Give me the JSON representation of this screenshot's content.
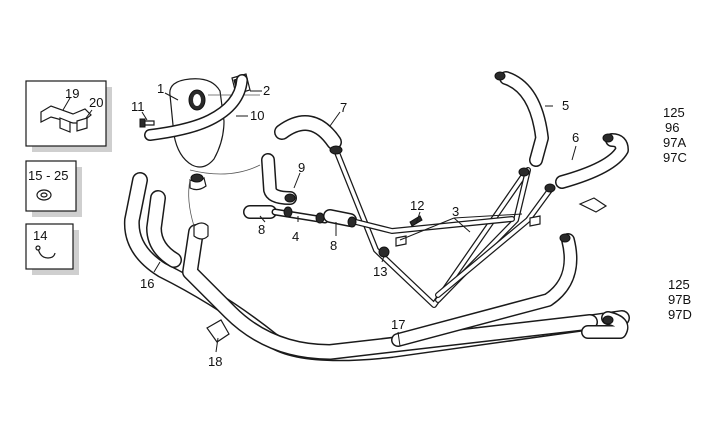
{
  "callouts": {
    "c1": "1",
    "c2": "2",
    "c3": "3",
    "c4": "4",
    "c5": "5",
    "c6": "6",
    "c7": "7",
    "c8a": "8",
    "c8b": "8",
    "c9": "9",
    "c10": "10",
    "c11": "11",
    "c12": "12",
    "c13": "13",
    "c14": "14",
    "c15": "15 - 25",
    "c16": "16",
    "c17": "17",
    "c18": "18",
    "c19": "19",
    "c20": "20"
  },
  "model_group_top": [
    "125",
    "96",
    "97A",
    "97C"
  ],
  "model_group_bottom": [
    "125",
    "97B",
    "97D"
  ],
  "colors": {
    "line": "#1a1a1a",
    "fill": "#ffffff",
    "inset_shadow": "#cfcfcf"
  }
}
